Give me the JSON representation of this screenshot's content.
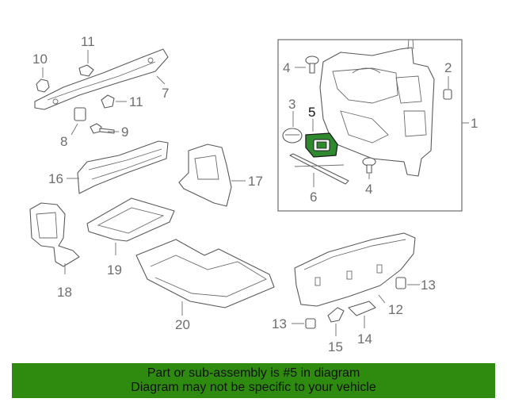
{
  "callouts": {
    "c1": "1",
    "c2": "2",
    "c3": "3",
    "c4a": "4",
    "c4b": "4",
    "c5": "5",
    "c6": "6",
    "c7": "7",
    "c8": "8",
    "c9": "9",
    "c10": "10",
    "c11a": "11",
    "c11b": "11",
    "c12": "12",
    "c13a": "13",
    "c13b": "13",
    "c14": "14",
    "c15": "15",
    "c16": "16",
    "c17": "17",
    "c18": "18",
    "c19": "19",
    "c20": "20"
  },
  "highlighted_part": "5",
  "banner": {
    "line1": "Part or sub-assembly is #5 in diagram",
    "line2": "Diagram may not be specific to your vehicle"
  },
  "colors": {
    "highlight": "#2f8a2f",
    "banner": "#2e8b10",
    "linework": "#5a5a5a"
  }
}
